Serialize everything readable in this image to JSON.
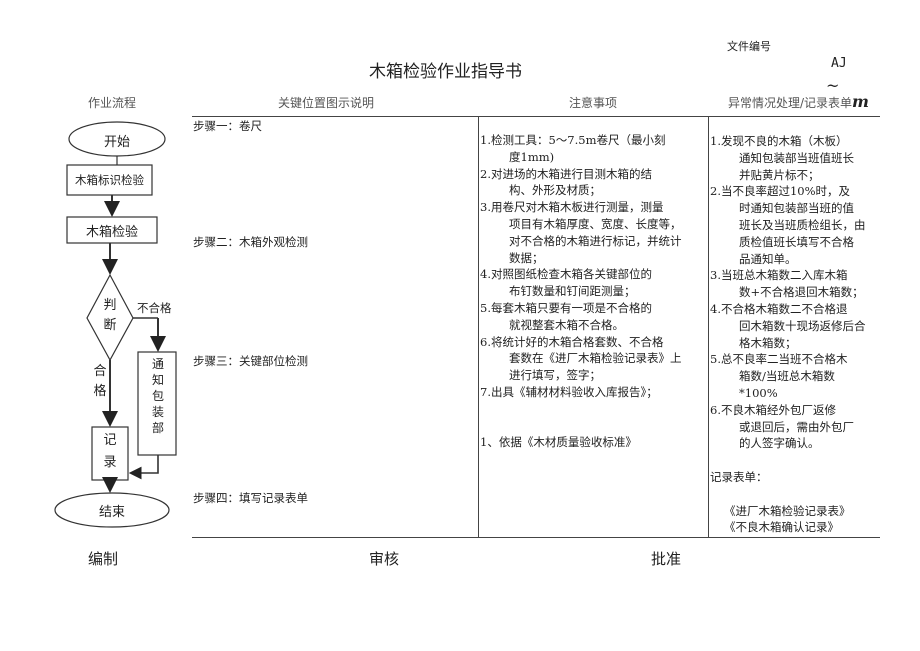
{
  "doc": {
    "title": "木箱检验作业指导书",
    "file_no_label": "文件编号",
    "file_no_value": "AJ",
    "tilde": "~",
    "m": "m"
  },
  "headers": [
    "作业流程",
    "关键位置图示说明",
    "注意事项",
    "异常情况处理/记录表单"
  ],
  "flow": {
    "start": "开始",
    "box1": "木箱标识检验",
    "box2": "木箱检验",
    "decision": "判断",
    "fail": "不合格",
    "notify": "通知包装部",
    "pass": "合格",
    "record": "记录",
    "end": "结束"
  },
  "steps": [
    "步骤一：卷尺",
    "步骤二：木箱外观检测",
    "步骤三：关键部位检测",
    "步骤四：填写记录表单"
  ],
  "notes": [
    {
      "t": "1.检测工具：5～7.5m卷尺（最小刻",
      "i": false
    },
    {
      "t": "度1mm)",
      "i": true
    },
    {
      "t": "2.对进场的木箱进行目测木箱的结",
      "i": false
    },
    {
      "t": "构、外形及材质；",
      "i": true
    },
    {
      "t": "3.用卷尺对木箱木板进行测量，测量",
      "i": false
    },
    {
      "t": "项目有木箱厚度、宽度、长度等，",
      "i": true
    },
    {
      "t": "对不合格的木箱进行标记，并统计",
      "i": true
    },
    {
      "t": "数据；",
      "i": true
    },
    {
      "t": "4.对照图纸检查木箱各关键部位的",
      "i": false
    },
    {
      "t": "布钉数量和钉间距测量；",
      "i": true
    },
    {
      "t": "5.每套木箱只要有一项是不合格的",
      "i": false
    },
    {
      "t": "就视整套木箱不合格。",
      "i": true
    },
    {
      "t": "6.将统计好的木箱合格套数、不合格",
      "i": false
    },
    {
      "t": "套数在《进厂木箱检验记录表》上",
      "i": true
    },
    {
      "t": "进行填写，签字；",
      "i": true
    },
    {
      "t": "7.出具《辅材材料验收入库报告》；",
      "i": false
    },
    {
      "t": "",
      "i": false
    },
    {
      "t": "",
      "i": false
    },
    {
      "t": "1、依据《木材质量验收标准》",
      "i": false
    }
  ],
  "exceptions": [
    {
      "t": "1.发现不良的木箱（木板）",
      "i": false
    },
    {
      "t": "通知包装部当班值班长",
      "i": true
    },
    {
      "t": "并贴黄片标不；",
      "i": true
    },
    {
      "t": "2.当不良率超过10%时，及",
      "i": false
    },
    {
      "t": "时通知包装部当班的值",
      "i": true
    },
    {
      "t": "班长及当班质检组长，由",
      "i": true
    },
    {
      "t": "质检值班长填写不合格",
      "i": true
    },
    {
      "t": "品通知单。",
      "i": true
    },
    {
      "t": "3.当班总木箱数二入库木箱",
      "i": false
    },
    {
      "t": "数+不合格退回木箱数；",
      "i": true
    },
    {
      "t": "4.不合格木箱数二不合格退",
      "i": false
    },
    {
      "t": "回木箱数十现场返修后合",
      "i": true
    },
    {
      "t": "格木箱数；",
      "i": true
    },
    {
      "t": "5.总不良率二当班不合格木",
      "i": false
    },
    {
      "t": "箱数/当班总木箱数",
      "i": true
    },
    {
      "t": "*100%",
      "i": true
    },
    {
      "t": "6.不良木箱经外包厂返修",
      "i": false
    },
    {
      "t": "或退回后，需由外包厂",
      "i": true
    },
    {
      "t": "的人签字确认。",
      "i": true
    },
    {
      "t": "",
      "i": false
    },
    {
      "t": "记录表单：",
      "i": false
    },
    {
      "t": "",
      "i": false
    },
    {
      "t": "《进厂木箱检验记录表》",
      "i": false,
      "s": true
    },
    {
      "t": "《不良木箱确认记录》",
      "i": false,
      "s": true
    }
  ],
  "footer": [
    "编制",
    "审核",
    "批准"
  ]
}
